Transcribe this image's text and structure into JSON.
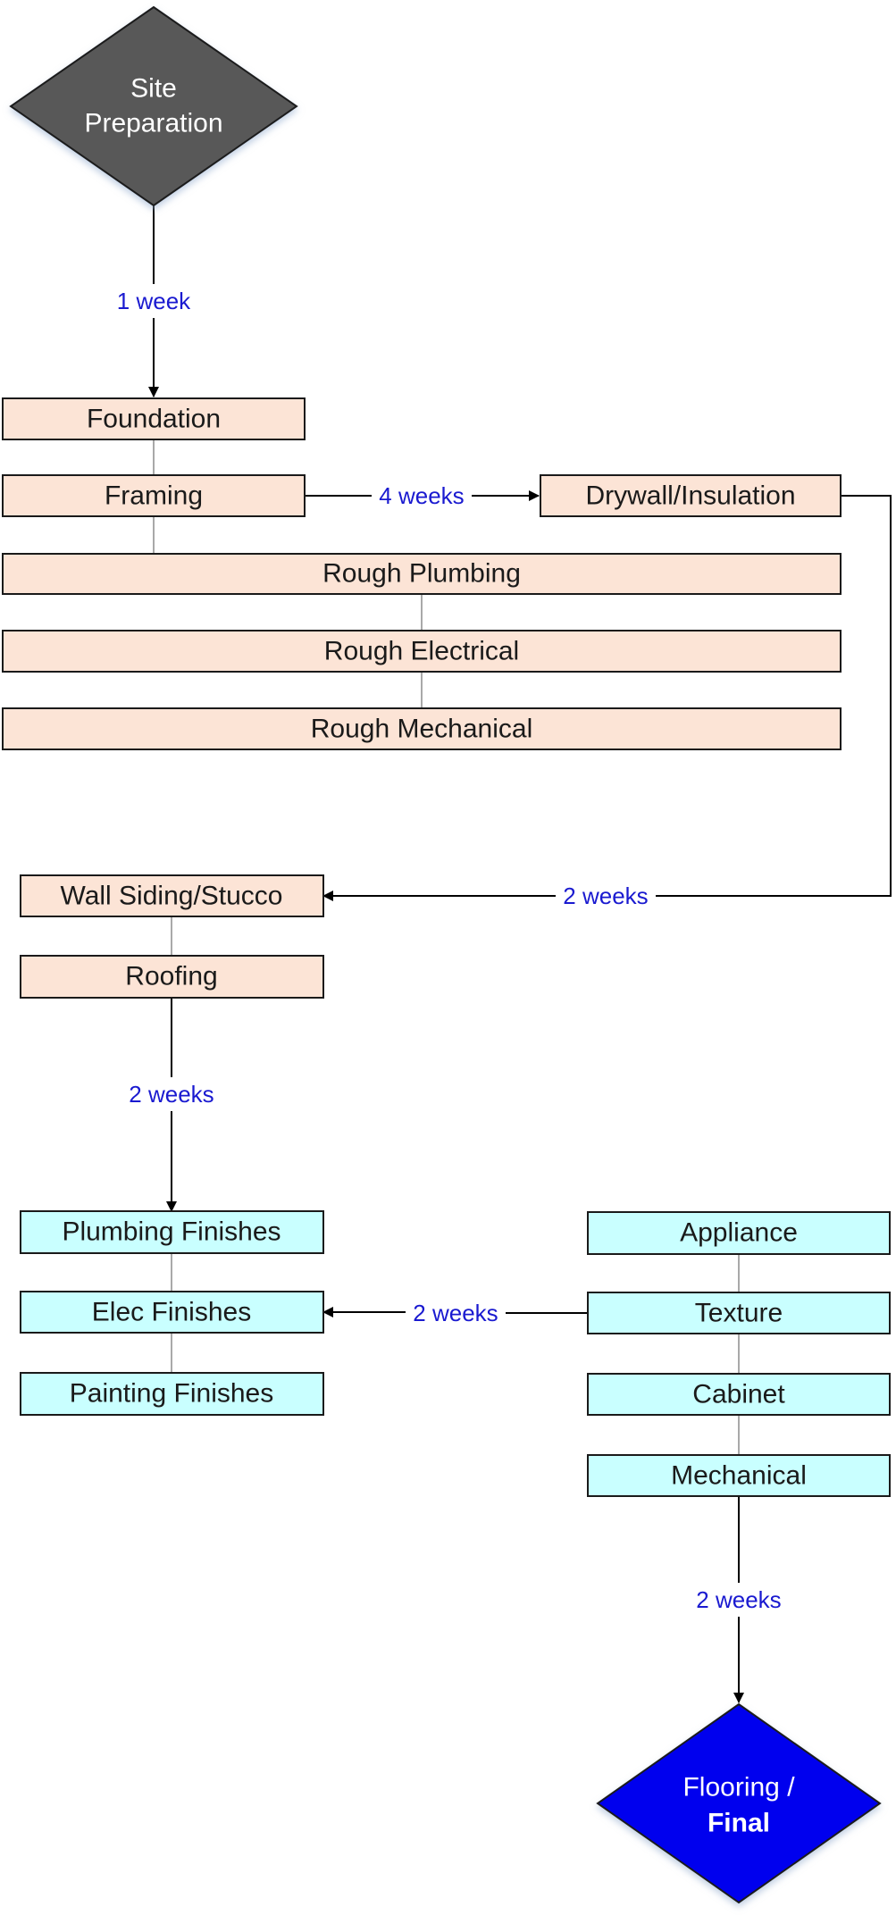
{
  "nodes": {
    "site_preparation": {
      "line1": "Site",
      "line2": "Preparation"
    },
    "foundation": "Foundation",
    "framing": "Framing",
    "drywall_insulation": "Drywall/Insulation",
    "rough_plumbing": "Rough Plumbing",
    "rough_electrical": "Rough Electrical",
    "rough_mechanical": "Rough Mechanical",
    "wall_siding_stucco": "Wall Siding/Stucco",
    "roofing": "Roofing",
    "plumbing_finishes": "Plumbing Finishes",
    "elec_finishes": "Elec Finishes",
    "painting_finishes": "Painting Finishes",
    "appliance": "Appliance",
    "texture": "Texture",
    "cabinet": "Cabinet",
    "mechanical": "Mechanical",
    "flooring_final": {
      "line1": "Flooring /",
      "line2": "Final"
    }
  },
  "edges": {
    "site_to_foundation": "1 week",
    "framing_to_drywall": "4 weeks",
    "drywall_to_wall_siding": "2 weeks",
    "roofing_to_plumbing_finishes": "2 weeks",
    "texture_to_elec_finishes": "2 weeks",
    "mechanical_to_flooring": "2 weeks"
  },
  "colors": {
    "start_diamond": "#595959",
    "end_diamond": "#0000ee",
    "rough_phase_box": "#fce4d6",
    "finish_phase_box": "#c9ffff",
    "edge_label_text": "#1a1ad0"
  }
}
